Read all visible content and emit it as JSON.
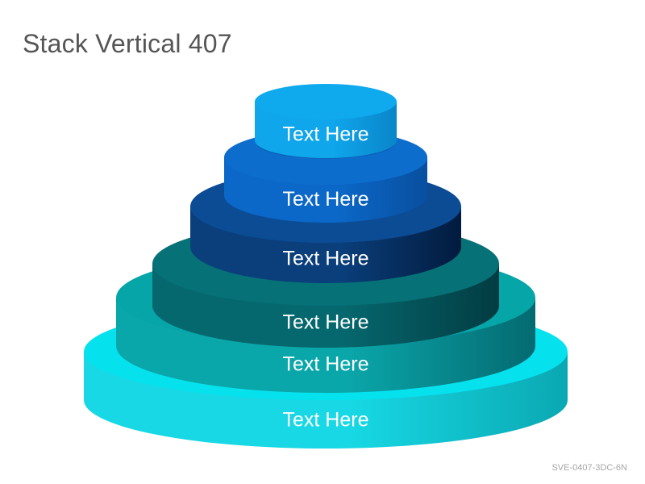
{
  "title": "Stack Vertical 407",
  "footer_code": "SVE-0407-3DC-6N",
  "tiers": [
    {
      "label": "Text Here",
      "colors": {
        "top": "#05e2ee",
        "side_light": "#17d8e4",
        "side_dark": "#0aa8b2"
      }
    },
    {
      "label": "Text Here",
      "colors": {
        "top": "#06a5a8",
        "side_light": "#0aa7aa",
        "side_dark": "#046a71"
      }
    },
    {
      "label": "Text Here",
      "colors": {
        "top": "#067177",
        "side_light": "#05686e",
        "side_dark": "#023c42"
      }
    },
    {
      "label": "Text Here",
      "colors": {
        "top": "#0b4c95",
        "side_light": "#0a3f7c",
        "side_dark": "#021b3e"
      }
    },
    {
      "label": "Text Here",
      "colors": {
        "top": "#0d6dcd",
        "side_light": "#0b68c8",
        "side_dark": "#084fa0"
      }
    },
    {
      "label": "Text Here",
      "colors": {
        "top": "#0fa9ee",
        "side_light": "#0fa6ec",
        "side_dark": "#0a85c9"
      }
    }
  ]
}
